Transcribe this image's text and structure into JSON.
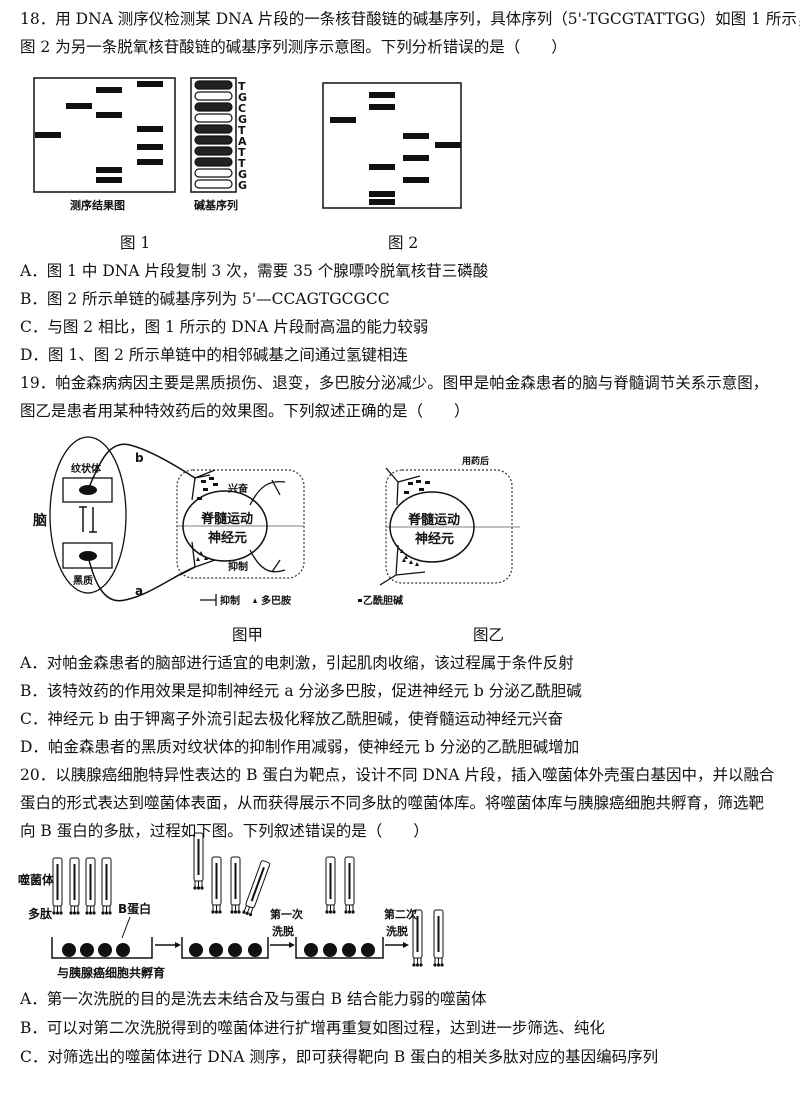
{
  "q18": {
    "stem": [
      "18．用 DNA 测序仪检测某 DNA 片段的一条核苷酸链的碱基序列，具体序列（5'-TGCGTATTGG）如图 1 所示，",
      "图 2 为另一条脱氧核苷酸链的碱基序列测序示意图。下列分析错误的是（　　）"
    ],
    "fig1_label_gel": "测序结果图",
    "fig1_label_seq": "碱基序列",
    "fig1_letters": [
      "T",
      "G",
      "C",
      "G",
      "T",
      "A",
      "T",
      "T",
      "G",
      "G"
    ],
    "caption1": "图 1",
    "caption2": "图 2",
    "options": [
      "A．图 1 中 DNA 片段复制 3 次，需要 35 个腺嘌呤脱氧核苷三磷酸",
      "B．图 2 所示单链的碱基序列为 5'—CCAGTGCGCC",
      "C．与图 2 相比，图 1 所示的 DNA 片段耐高温的能力较弱",
      "D．图 1、图 2 所示单链中的相邻碱基之间通过氢键相连"
    ]
  },
  "q19": {
    "stem": [
      "19．帕金森病病因主要是黑质损伤、退变，多巴胺分泌减少。图甲是帕金森患者的脑与脊髓调节关系示意图，",
      "图乙是患者用某种特效药后的效果图。下列叙述正确的是（　　）"
    ],
    "fig": {
      "brain": "脑",
      "striatum": "纹状体",
      "substantia": "黑质",
      "b": "b",
      "a": "a",
      "excite": "兴奋",
      "inhibit": "抑制",
      "neuron1": "脊髓运动",
      "neuron2": "神经元",
      "legend_inhibit": "抑制",
      "legend_dopamine": "多巴胺",
      "legend_ach": "乙酰胆碱",
      "after_drug": "用药后"
    },
    "caption_a": "图甲",
    "caption_b": "图乙",
    "options": [
      "A．对帕金森患者的脑部进行适宜的电刺激，引起肌肉收缩，该过程属于条件反射",
      "B．该特效药的作用效果是抑制神经元 a 分泌多巴胺，促进神经元 b 分泌乙酰胆碱",
      "C．神经元 b 由于钾离子外流引起去极化释放乙酰胆碱，使脊髓运动神经元兴奋",
      "D．帕金森患者的黑质对纹状体的抑制作用减弱，使神经元 b 分泌的乙酰胆碱增加"
    ]
  },
  "q20": {
    "stem": [
      "20．以胰腺癌细胞特异性表达的 B 蛋白为靶点，设计不同 DNA 片段，插入噬菌体外壳蛋白基因中，并以融合",
      "蛋白的形式表达到噬菌体表面，从而获得展示不同多肽的噬菌体库。将噬菌体库与胰腺癌细胞共孵育，筛选靶",
      "向 B 蛋白的多肽，过程如下图。下列叙述错误的是（　　）"
    ],
    "fig": {
      "phage": "噬菌体",
      "peptide": "多肽",
      "bprotein": "B蛋白",
      "incubate": "与胰腺癌细胞共孵育",
      "wash1a": "第一次",
      "wash1b": "洗脱",
      "wash2a": "第二次",
      "wash2b": "洗脱"
    },
    "options": [
      "A．第一次洗脱的目的是洗去未结合及与蛋白 B 结合能力弱的噬菌体",
      "B．可以对第二次洗脱得到的噬菌体进行扩增再重复如图过程，达到进一步筛选、纯化",
      "C．对筛选出的噬菌体进行 DNA 测序，即可获得靶向 B 蛋白的相关多肽对应的基因编码序列"
    ]
  }
}
